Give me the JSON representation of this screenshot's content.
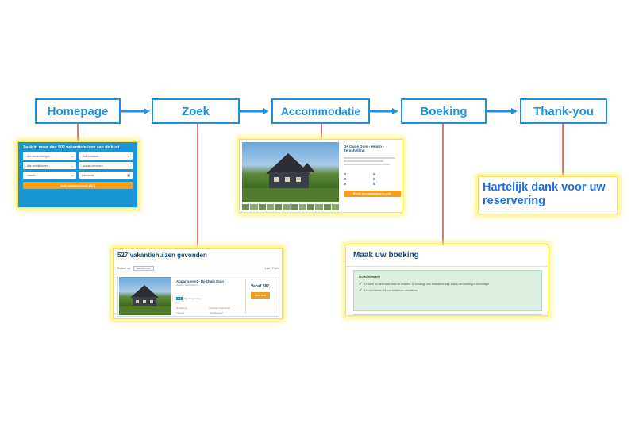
{
  "colors": {
    "accent": "#1f8fd6",
    "connector_red": "#c84a3a",
    "highlight": "#fff17a",
    "button_orange": "#f59c1a"
  },
  "steps": [
    {
      "label": "Homepage"
    },
    {
      "label": "Zoek"
    },
    {
      "label": "Accommodatie"
    },
    {
      "label": "Boeking"
    },
    {
      "label": "Thank-you"
    }
  ],
  "search_widget": {
    "title": "Zoek in meer dan 500 vakantiehuizen aan de kust",
    "fields": [
      {
        "value": "- Alle bestemmingen -"
      },
      {
        "value": "- Alle plaatsen -"
      },
      {
        "value": "- Alle verblijfsduren -"
      },
      {
        "value": "- Aantal personen -"
      },
      {
        "value": "- Vaand -"
      },
      {
        "value": "Aankomst"
      }
    ],
    "button": "Zoek vakantiehuizen (527)"
  },
  "accommodation": {
    "title": "De Oude Duin - Hoorn - Terschelling",
    "button": "Bekijk beschikbaarheid en prijs"
  },
  "results": {
    "title": "527 vakantiehuizen gevonden",
    "sort_label": "Sorteer op:",
    "sort_value": "Aanbevolen",
    "views": [
      "Lijst",
      "Foto's"
    ],
    "card": {
      "name": "Appartement - De Oude Duin",
      "location": "Hoorn - Terschelling",
      "rating": "8,4",
      "facts": [
        "Max 5 personen",
        "Huisdieren",
        "Huisdier toegestaan",
        "Internet",
        "Appartement"
      ],
      "price": "Vanaf 582,-",
      "button": "Meer info"
    }
  },
  "booking": {
    "title": "Maak uw boeking",
    "notice_title": "Goed nieuws!",
    "items": [
      "U hoeft nu helemaal niets te betalen. U ontvangt een betaalverzoek zodra uw boeking is bevestigd.",
      "U kunt binnen 24 uur kosteloos annuleren."
    ]
  },
  "thanks": {
    "text": "Hartelijk dank voor uw reservering"
  }
}
